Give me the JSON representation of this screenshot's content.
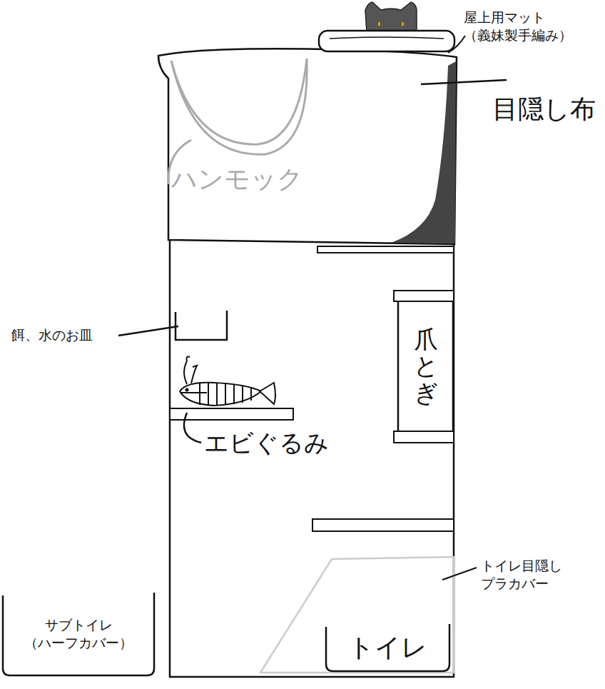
{
  "diagram": {
    "nodes": [
      {
        "text": [
          "爪とぎ"
        ]
      },
      {
        "text": [
          "トイレ"
        ]
      },
      {
        "text": [
          "サブトイレ （ハーフカバー）"
        ]
      }
    ],
    "labels": [
      "屋上用マット （義妹製手編み）",
      "目隠し布",
      "ハンモック",
      "餌、水のお皿",
      "エビぐるみ",
      "トイレ目隠し プラカバー"
    ]
  }
}
